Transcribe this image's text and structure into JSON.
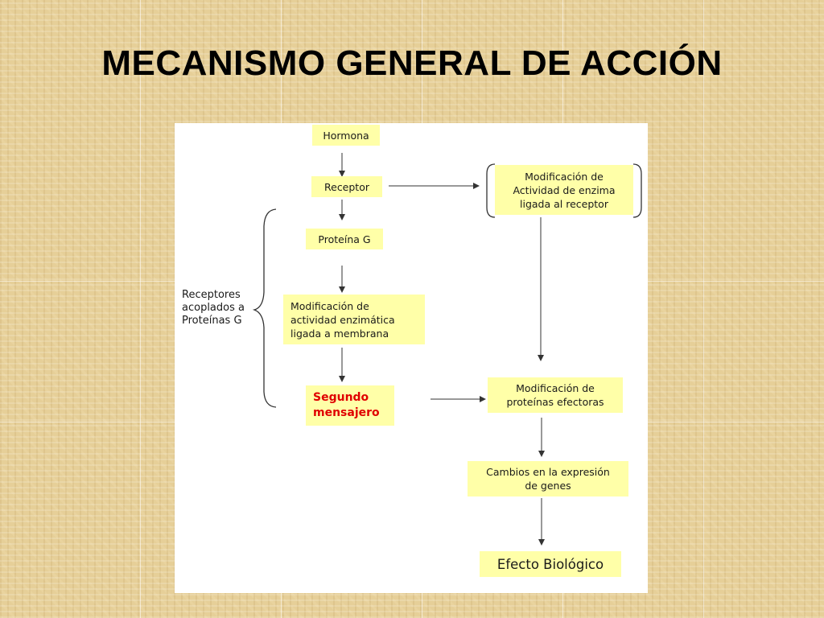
{
  "slide": {
    "title": "MECANISMO GENERAL DE ACCIÓN"
  },
  "diagram": {
    "nodes": {
      "hormona": "Hormona",
      "receptor": "Receptor",
      "proteina_g": "Proteína G",
      "mod_enzimatica": "Modificación de\nactividad enzimática\nligada a membrana",
      "segundo_mensajero": "Segundo\nmensajero",
      "mod_enzima_receptor": "Modificación de\nActividad de enzima\nligada al receptor",
      "mod_proteinas": "Modificación de\nproteínas efectoras",
      "cambios_genes": "Cambios en la expresión\nde genes",
      "efecto": "Efecto Biológico"
    },
    "brace_label": "Receptores\nacoplados a\nProteínas G",
    "colors": {
      "box_fill": "#ffffa8",
      "highlight_text": "#e00000",
      "panel": "#ffffff"
    }
  }
}
